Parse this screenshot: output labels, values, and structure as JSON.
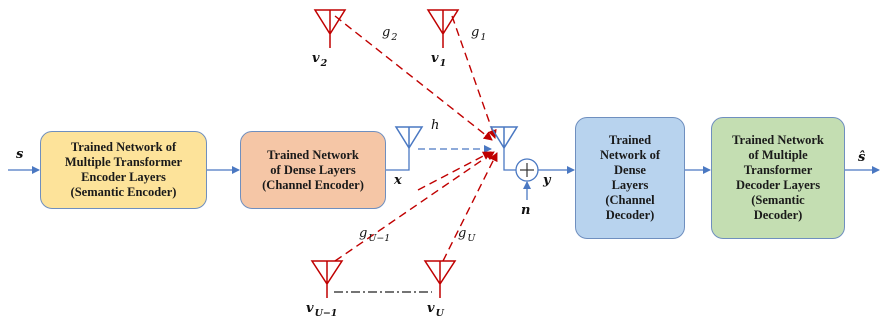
{
  "blocks": {
    "semantic_encoder": "Trained Network of\nMultiple Transformer\nEncoder Layers\n(Semantic Encoder)",
    "channel_encoder": "Trained Network\nof Dense Layers\n(Channel Encoder)",
    "channel_decoder": "Trained\nNetwork of\nDense\nLayers\n(Channel\nDecoder)",
    "semantic_decoder": "Trained Network\nof Multiple\nTransformer\nDecoder Layers\n(Semantic\nDecoder)"
  },
  "signals": {
    "input": "s",
    "tx": "x",
    "rx": "y",
    "noise": "n",
    "output": "ŝ"
  },
  "channels": {
    "direct": "h",
    "g2_base": "g",
    "g2_sub": "2",
    "g1_base": "g",
    "g1_sub": "1",
    "gU1_base": "g",
    "gU1_sub": "U−1",
    "gU_base": "g",
    "gU_sub": "U"
  },
  "users": {
    "v2_base": "v",
    "v2_sub": "2",
    "v1_base": "v",
    "v1_sub": "1",
    "vU1_base": "v",
    "vU1_sub": "U−1",
    "vU_base": "v",
    "vU_sub": "U"
  },
  "colors": {
    "arrow": "#4a78c2",
    "interference": "#c00000",
    "antenna": "#c00000",
    "link": "#4a78c2"
  }
}
